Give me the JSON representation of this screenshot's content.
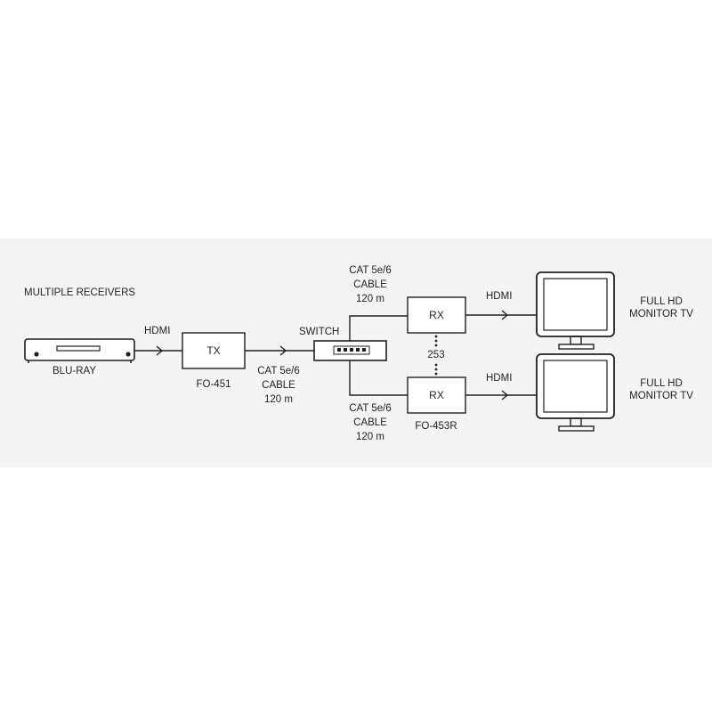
{
  "title": "MULTIPLE RECEIVERS",
  "source": {
    "label": "BLU-RAY"
  },
  "links": {
    "hdmi_in": "HDMI",
    "cat_tx": [
      "CAT 5e/6",
      "CABLE",
      "120 m"
    ],
    "cat_top": [
      "CAT 5e/6",
      "CABLE",
      "120 m"
    ],
    "cat_bottom": [
      "CAT 5e/6",
      "CABLE",
      "120 m"
    ],
    "hdmi_top": "HDMI",
    "hdmi_bottom": "HDMI"
  },
  "transmitter": {
    "label": "TX",
    "model": "FO-451"
  },
  "switch": {
    "label": "SWITCH"
  },
  "receivers": {
    "top_label": "RX",
    "bottom_label": "RX",
    "count": "253",
    "model": "FO-453R"
  },
  "displays": {
    "top": [
      "FULL HD",
      "MONITOR TV"
    ],
    "bottom": [
      "FULL HD",
      "MONITOR TV"
    ]
  },
  "colors": {
    "line": "#231f20",
    "band": "#f4f4f4",
    "background": "#ffffff"
  }
}
